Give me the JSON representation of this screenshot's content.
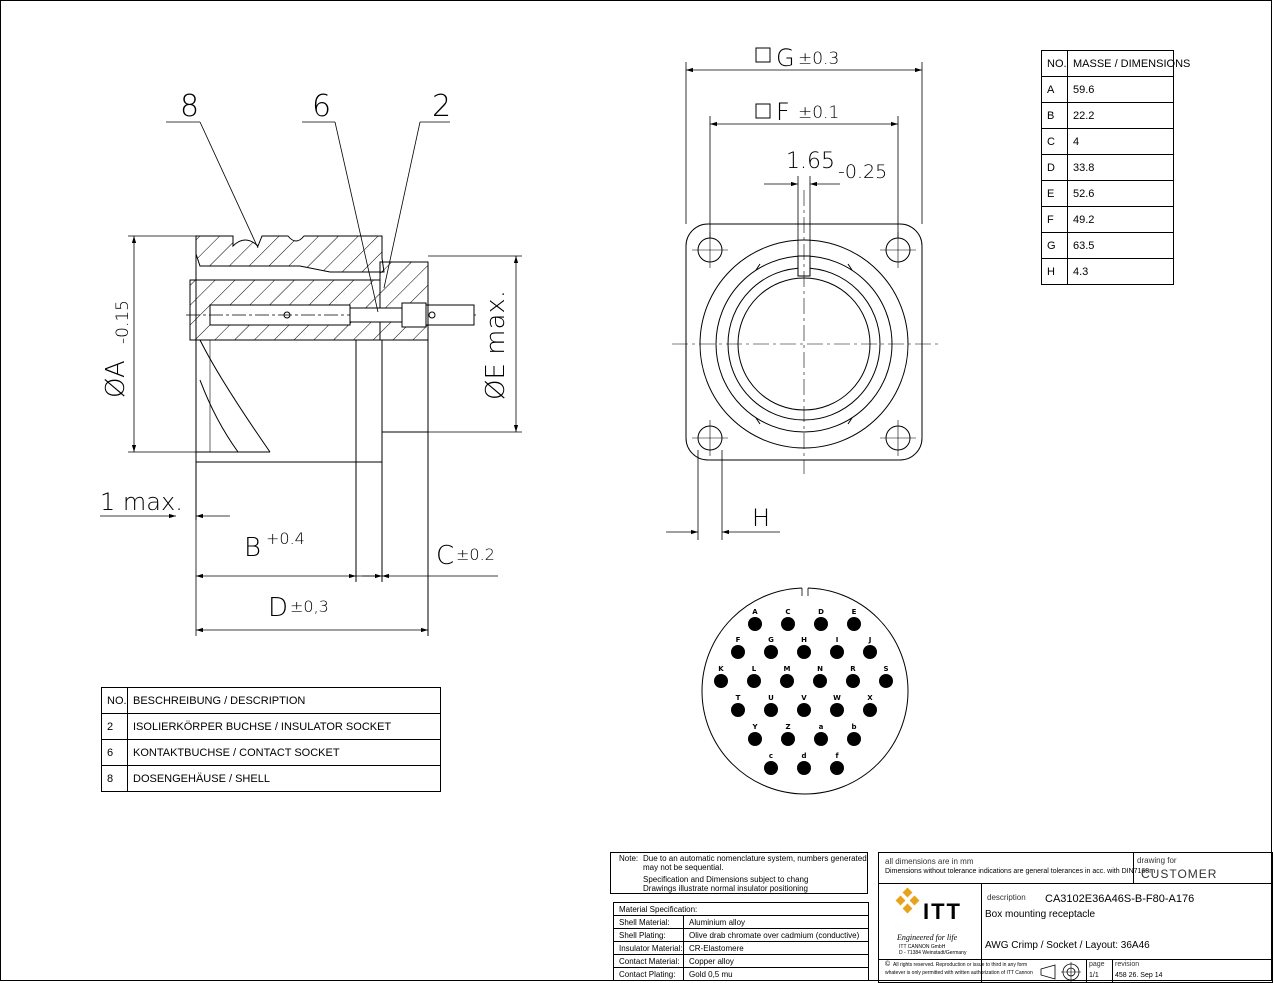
{
  "callouts": [
    "8",
    "6",
    "2"
  ],
  "side_dims": {
    "a": "ØA",
    "a_tol": "-0.15",
    "e": "ØE max.",
    "one": "1 max.",
    "b": "B",
    "b_tol": "+0.4",
    "c": "C",
    "c_tol": "±0.2",
    "d": "D",
    "d_tol": "±0,3"
  },
  "front_dims": {
    "g": "G",
    "g_tol": "±0.3",
    "f": "F",
    "f_tol": "±0.1",
    "key": "1.65",
    "key_tol": "-0.25",
    "h": "H"
  },
  "dim_table": {
    "header": [
      "NO.",
      "MASSE / DIMENSIONS"
    ],
    "rows": [
      [
        "A",
        "59.6"
      ],
      [
        "B",
        "22.2"
      ],
      [
        "C",
        "4"
      ],
      [
        "D",
        "33.8"
      ],
      [
        "E",
        "52.6"
      ],
      [
        "F",
        "49.2"
      ],
      [
        "G",
        "63.5"
      ],
      [
        "H",
        "4.3"
      ]
    ]
  },
  "desc_table": {
    "header": [
      "NO.",
      "BESCHREIBUNG / DESCRIPTION"
    ],
    "rows": [
      [
        "2",
        "ISOLIERKÖRPER BUCHSE / INSULATOR SOCKET"
      ],
      [
        "6",
        "KONTAKTBUCHSE / CONTACT SOCKET"
      ],
      [
        "8",
        "DOSENGEHÄUSE / SHELL"
      ]
    ]
  },
  "contacts": {
    "row1": [
      "A",
      "C",
      "D",
      "E"
    ],
    "row2": [
      "F",
      "G",
      "H",
      "I",
      "J"
    ],
    "row3": [
      "K",
      "L",
      "M",
      "N",
      "R",
      "S"
    ],
    "row4": [
      "T",
      "U",
      "V",
      "W",
      "X"
    ],
    "row5": [
      "Y",
      "Z",
      "a",
      "b"
    ],
    "row6": [
      "c",
      "d",
      "f"
    ]
  },
  "notes": {
    "label": "Note:",
    "line1": "Due to an automatic nomenclature system, numbers generated",
    "line2": "may not be sequential.",
    "line3": "Specification and Dimensions subject to chang",
    "line4": "Drawings illustrate normal insulator positioning"
  },
  "material": {
    "title": "Material Specification:",
    "rows": [
      [
        "Shell Material:",
        "Aluminium alloy"
      ],
      [
        "Shell Plating:",
        "Olive drab chromate over cadmium (conductive)"
      ],
      [
        "Insulator Material:",
        "CR-Elastomere"
      ],
      [
        "Contact Material:",
        "Copper alloy"
      ],
      [
        "Contact Plating:",
        "Gold 0,5 mu"
      ]
    ]
  },
  "title_block": {
    "dims_note": "all dimensions are in mm",
    "tol_note": "Dimensions without tolerance indications are general tolerances in acc. with DIN7168m",
    "drawing_for_label": "drawing for",
    "drawing_for": "CUSTOMER",
    "description_label": "description",
    "part_number": "CA3102E36A46S-B-F80-A176",
    "desc1": "Box mounting receptacle",
    "desc2": "AWG Crimp / Socket / Layout: 36A46",
    "logo_text": "ITT",
    "tagline": "Engineered for life",
    "company1": "ITT CANNON GmbH",
    "company2": "D - 71384 Weinstadt/Germany",
    "rights1": "All rights reserved. Reproduction or issue to third in any form",
    "rights2": "whatever is only permitted with written authorization of ITT Cannon",
    "page_label": "page",
    "page": "1/1",
    "revision_label": "revision",
    "revision": "458 26. Sep 14"
  }
}
